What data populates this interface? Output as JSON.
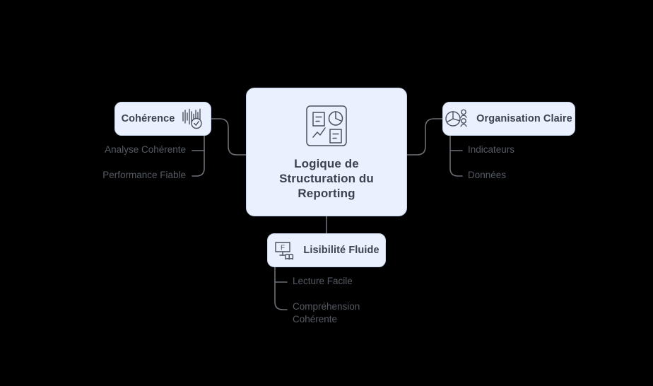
{
  "diagram": {
    "type": "mindmap",
    "background_color": "#000000",
    "card_fill": "#eaf0fd",
    "card_border": "#c8d4ea",
    "label_color": "#3c4252",
    "sub_label_color": "#565b63",
    "edge_color": "#6b6f76",
    "icon_color": "#4a505c"
  },
  "center": {
    "title": "Logique de\nStructuration du\nReporting",
    "icon": "dashboard-report-icon"
  },
  "branches": [
    {
      "id": "coherence",
      "label": "Cohérence",
      "icon": "waveform-check-icon",
      "side": "left",
      "children": [
        {
          "label": "Analyse Cohérente"
        },
        {
          "label": "Performance Fiable"
        }
      ]
    },
    {
      "id": "organisation",
      "label": "Organisation Claire",
      "icon": "pie-chart-people-icon",
      "side": "right",
      "children": [
        {
          "label": "Indicateurs"
        },
        {
          "label": "Données"
        }
      ]
    },
    {
      "id": "lisibilite",
      "label": "Lisibilité Fluide",
      "icon": "monitor-book-icon",
      "side": "bottom",
      "children": [
        {
          "label": "Lecture Facile"
        },
        {
          "label": "Compréhension\nCohérente"
        }
      ]
    }
  ]
}
